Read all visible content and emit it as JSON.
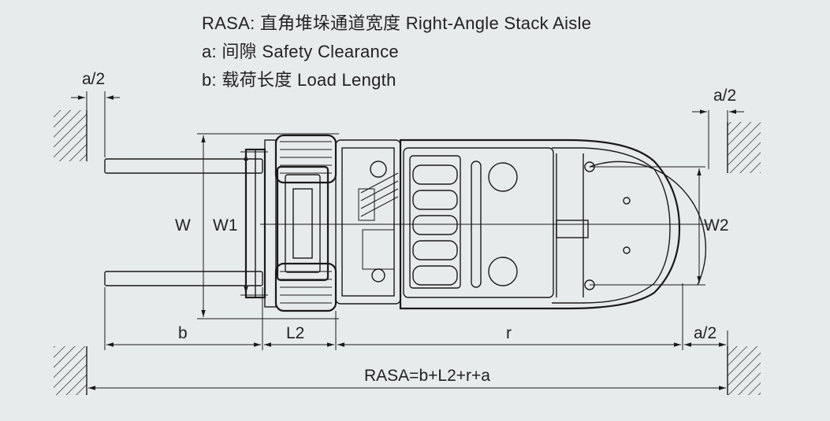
{
  "legend": {
    "line1": "RASA: 直角堆垛通道宽度 Right-Angle Stack Aisle",
    "line2": "a: 间隙 Safety Clearance",
    "line3": "b: 载荷长度 Load Length"
  },
  "dimensions": {
    "a_half_left": "a/2",
    "a_half_right_top": "a/2",
    "a_half_right_bottom": "a/2",
    "W": "W",
    "W1": "W1",
    "W2": "W2",
    "b": "b",
    "L2": "L2",
    "r": "r",
    "rasa_formula": "RASA=b+L2+r+a"
  },
  "colors": {
    "background": "#e8ebec",
    "line": "#1a1a1a"
  }
}
